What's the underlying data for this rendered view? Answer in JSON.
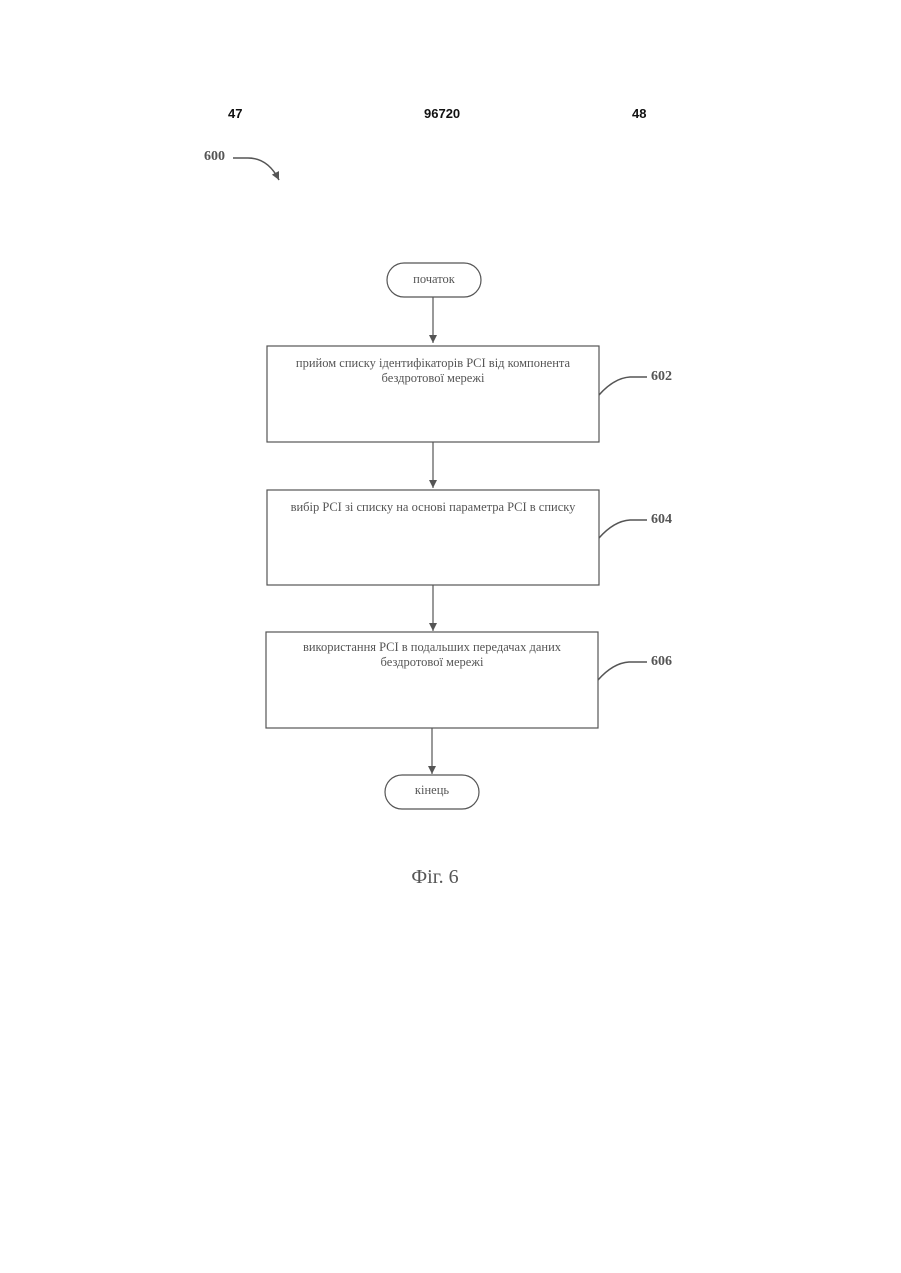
{
  "header": {
    "left_page": "47",
    "doc_number": "96720",
    "right_page": "48"
  },
  "figure": {
    "ref": "600",
    "caption": "Фіг. 6",
    "start_label": "початок",
    "end_label": "кінець",
    "steps": [
      {
        "ref": "602",
        "text": "прийом списку ідентифікаторів PCI від компонента бездротової мережі"
      },
      {
        "ref": "604",
        "text": "вибір PCI зі списку на основі параметра PCI в списку"
      },
      {
        "ref": "606",
        "text": "використання PCI в подальших передачах даних бездротової мережі"
      }
    ]
  },
  "colors": {
    "line": "#555555",
    "text": "#555555"
  }
}
